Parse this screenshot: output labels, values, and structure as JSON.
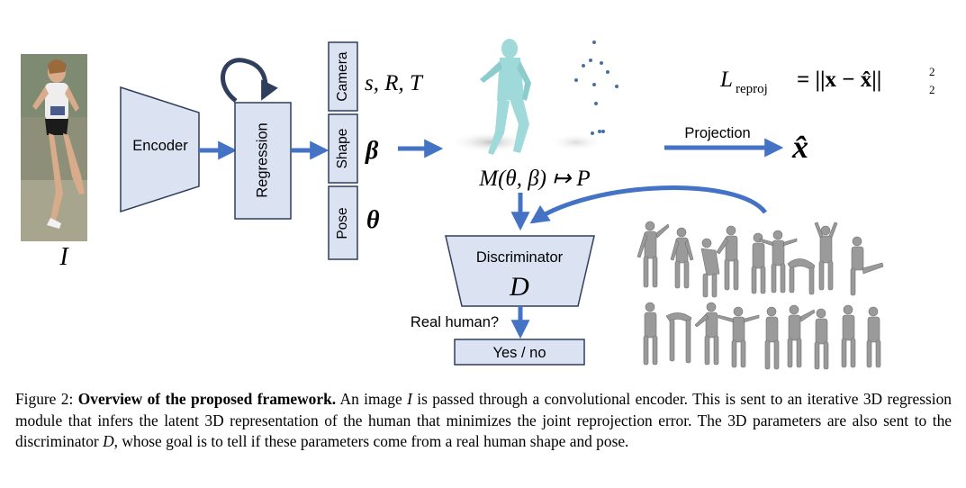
{
  "figure": {
    "input_symbol": "I",
    "encoder_label": "Encoder",
    "regression_label": "Regression",
    "params": [
      {
        "box_label": "Camera",
        "symbol": "s, R, T"
      },
      {
        "box_label": "Shape",
        "symbol": "β"
      },
      {
        "box_label": "Pose",
        "symbol": "θ"
      }
    ],
    "smpl_equation": "M(θ, β) ↦ P",
    "loss_main": "L",
    "loss_sub": "reproj",
    "loss_rhs": "= ||x − x̂||",
    "loss_sub2": "2",
    "loss_sup2": "2",
    "projection_label": "Projection",
    "projection_output": "x̂",
    "discriminator_label": "Discriminator",
    "discriminator_symbol": "D",
    "question_label": "Real human?",
    "answer_label": "Yes / no",
    "colors": {
      "box_fill": "#dbe3f3",
      "box_stroke": "#2f3e5a",
      "arrow": "#4472c4",
      "mesh": "#9a9a9a",
      "body": "#9fd9d9"
    }
  },
  "caption": {
    "label": "Figure 2:",
    "title": "Overview of the proposed framework.",
    "text_1": " An image ",
    "sym_1": "I",
    "text_2": " is passed through a convolutional encoder. This is sent to an iterative 3D regression module that infers the latent 3D representation of the human that minimizes the joint reprojection error. The 3D parameters are also sent to the discriminator ",
    "sym_2": "D",
    "text_3": ", whose goal is to tell if these parameters come from a real human shape and pose."
  }
}
